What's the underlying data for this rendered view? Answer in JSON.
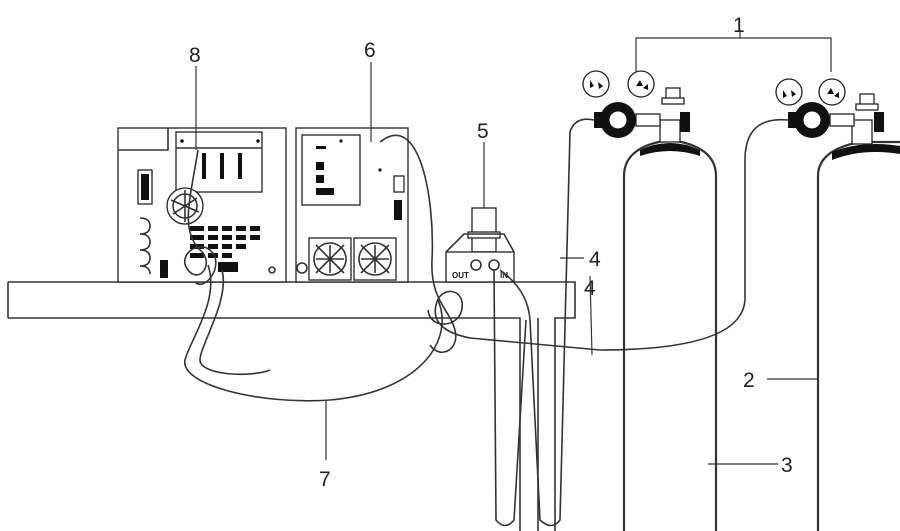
{
  "callouts": {
    "c1": "1",
    "c2": "2",
    "c3": "3",
    "c4a": "4",
    "c4b": "4",
    "c5": "5",
    "c6": "6",
    "c7": "7",
    "c8": "8"
  },
  "port_labels": {
    "out": "OUT",
    "in": "IN"
  },
  "icons": {
    "gauge": "pressure-gauge-icon",
    "fan": "fan-grille-icon"
  },
  "colors": {
    "line": "#333333",
    "fill_dark": "#111111"
  }
}
